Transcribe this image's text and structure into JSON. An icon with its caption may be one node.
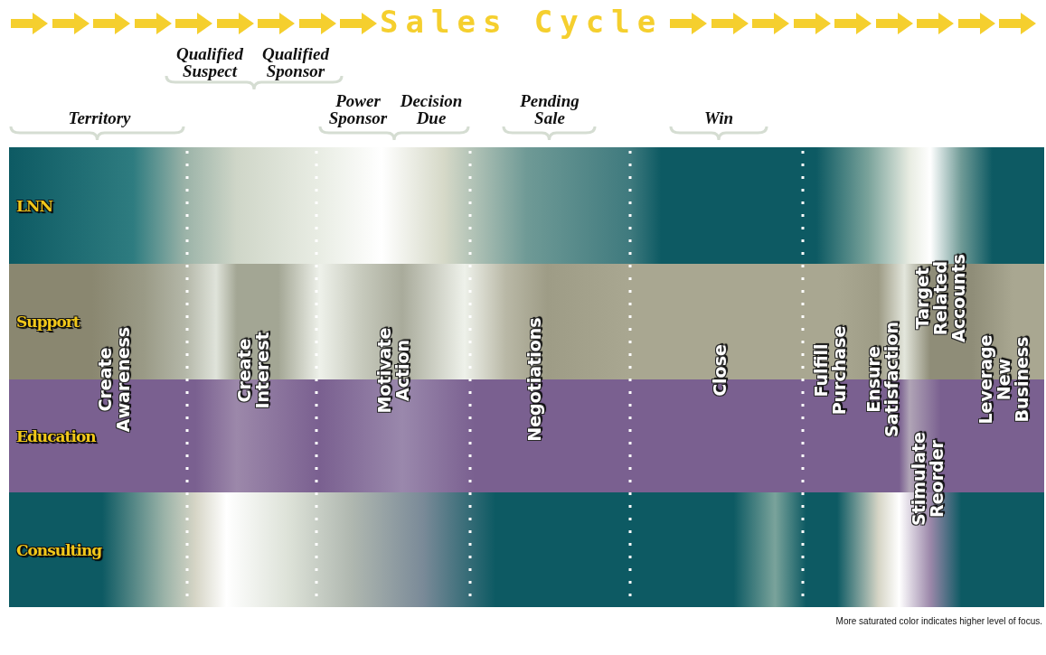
{
  "diagram": {
    "title": "Sales Cycle",
    "nodes": [
      {
        "text": [
          "LNN"
        ]
      },
      {
        "text": [
          "Support"
        ]
      },
      {
        "text": [
          "Education"
        ]
      },
      {
        "text": [
          "Consulting"
        ]
      }
    ],
    "labels": [
      "Qualified Suspect",
      "Qualified Sponsor",
      "Territory",
      "Power Sponsor",
      "Decision Due",
      "Pending Sale",
      "Win",
      "Create Awareness",
      "Create Interest",
      "Motivate Action",
      "Negotiations",
      "Close",
      "Fulfill Purchase",
      "Ensure Satisfaction",
      "Target Related Accounts",
      "Stimulate Reorder",
      "Leverage New Business",
      "More saturated color indicates higher level of focus."
    ]
  }
}
